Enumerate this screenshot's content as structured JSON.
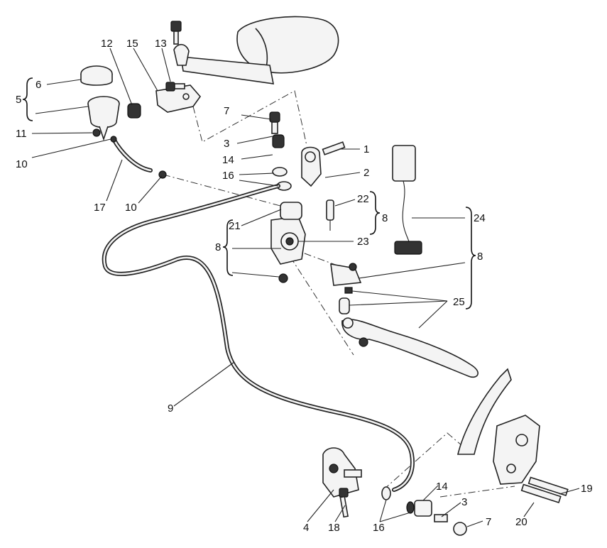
{
  "callouts": {
    "c1": "1",
    "c2": "2",
    "c3a": "3",
    "c3b": "3",
    "c4": "4",
    "c5": "5",
    "c6": "6",
    "c7a": "7",
    "c7b": "7",
    "c8a": "8",
    "c8b": "8",
    "c8c": "8",
    "c9": "9",
    "c10a": "10",
    "c10b": "10",
    "c11": "11",
    "c12": "12",
    "c13": "13",
    "c14a": "14",
    "c14b": "14",
    "c15": "15",
    "c16a": "16",
    "c16b": "16",
    "c17": "17",
    "c18": "18",
    "c19": "19",
    "c20": "20",
    "c21": "21",
    "c22": "22",
    "c23": "23",
    "c24": "24",
    "c25": "25"
  }
}
